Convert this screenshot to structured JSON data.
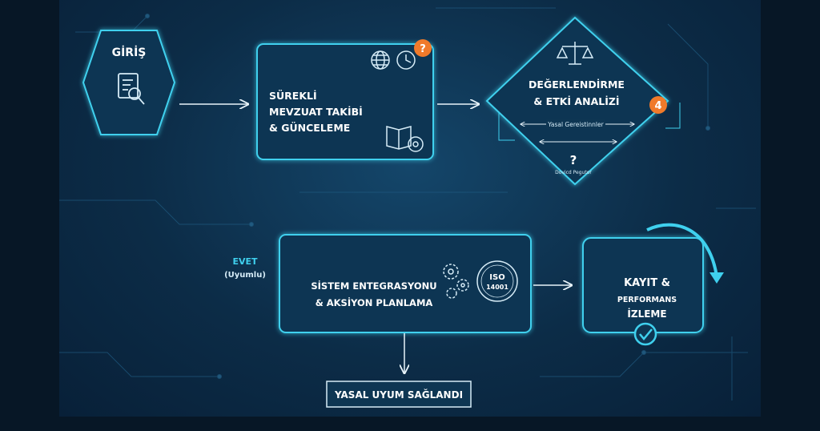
{
  "colors": {
    "background": "#0c2c47",
    "box_fill": "#0e3653",
    "box_stroke": "#3fd0ee",
    "accent_orange": "#f07a2a",
    "text": "#ffffff"
  },
  "nodes": {
    "start": {
      "title": "GİRİŞ",
      "icon": "document-search-icon"
    },
    "monitoring": {
      "line1": "SÜREKLİ",
      "line2": "MEVZUAT TAKİBİ",
      "line3": "& GÜNCELEME",
      "badge": "?",
      "icons": [
        "globe-icon",
        "clock-icon",
        "book-icon",
        "settings-icon"
      ]
    },
    "assessment": {
      "line1": "DEĞERLENDİRME",
      "line2": "& ETKİ ANALİZİ",
      "badge": "4",
      "sub_label": "Yasal Gereistinnler",
      "question": "?",
      "bottom_label": "Dovicd Pegutor",
      "icon": "scales-icon"
    },
    "integration": {
      "line1": "SİSTEM ENTEGRASYONU",
      "line2": "& AKSİYON PLANLAMA",
      "iso_line1": "ISO",
      "iso_line2": "14001",
      "icons": [
        "gears-icon",
        "iso-badge-icon"
      ]
    },
    "tracking": {
      "line1": "KAYIT &",
      "line2": "PERFORMANS",
      "line3": "İZLEME",
      "icons": [
        "refresh-arrow-icon",
        "check-circle-icon"
      ]
    },
    "result": {
      "label": "YASAL UYUM SAĞLANDI"
    }
  },
  "branch": {
    "yes": "EVET",
    "yes_note": "(Uyumlu)"
  }
}
